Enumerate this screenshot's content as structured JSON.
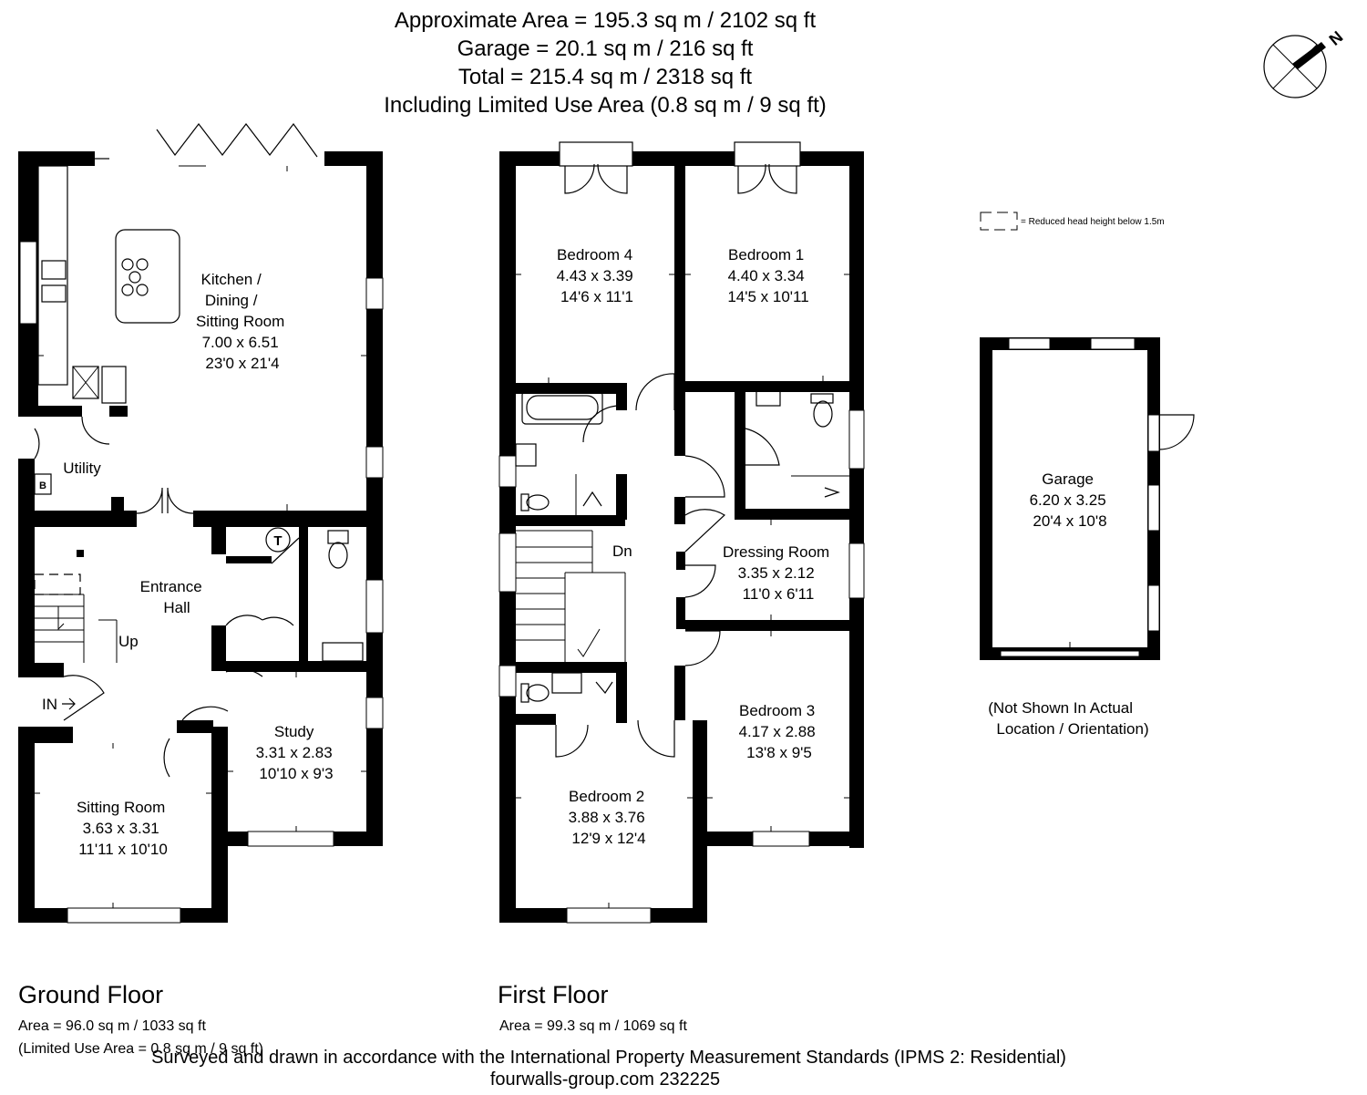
{
  "header": {
    "lines": [
      "Approximate  Area = 195.3 sq m / 2102 sq ft",
      "Garage = 20.1 sq m / 216 sq ft",
      "Total = 215.4 sq m / 2318 sq ft",
      "Including Limited Use Area (0.8 sq m / 9 sq ft)"
    ]
  },
  "compass": {
    "label": "N"
  },
  "legend": {
    "text": "= Reduced head height below 1.5m"
  },
  "ground_floor": {
    "title": "Ground Floor",
    "area": "Area = 96.0 sq m / 1033 sq ft",
    "limited": "(Limited Use Area = 0.8 sq m / 9 sq ft)",
    "rooms": {
      "kitchen": [
        "Kitchen /",
        "Dining /",
        "Sitting Room",
        "7.00 x 6.51",
        "23'0 x 21'4"
      ],
      "utility": [
        "Utility"
      ],
      "boiler": "B",
      "hall": [
        "Entrance",
        "Hall"
      ],
      "tank": "T",
      "up": "Up",
      "in": "IN",
      "study": [
        "Study",
        "3.31 x 2.83",
        "10'10 x 9'3"
      ],
      "sitting": [
        "Sitting Room",
        "3.63 x 3.31",
        "11'11 x 10'10"
      ]
    }
  },
  "first_floor": {
    "title": "First Floor",
    "area": "Area = 99.3 sq m / 1069 sq ft",
    "rooms": {
      "bed4": [
        "Bedroom 4",
        "4.43 x 3.39",
        "14'6 x 11'1"
      ],
      "bed1": [
        "Bedroom 1",
        "4.40 x 3.34",
        "14'5 x 10'11"
      ],
      "dn": "Dn",
      "dressing": [
        "Dressing Room",
        "3.35 x 2.12",
        "11'0 x 6'11"
      ],
      "bed3": [
        "Bedroom 3",
        "4.17 x 2.88",
        "13'8 x 9'5"
      ],
      "bed2": [
        "Bedroom 2",
        "3.88 x 3.76",
        "12'9 x 12'4"
      ]
    }
  },
  "garage": {
    "label": [
      "Garage",
      "6.20 x 3.25",
      "20'4 x 10'8"
    ],
    "note": [
      "(Not Shown In Actual",
      "Location / Orientation)"
    ]
  },
  "footer": {
    "line1": "Surveyed and drawn in accordance with the International Property Measurement Standards (IPMS 2: Residential)",
    "line2": "fourwalls-group.com 232225"
  }
}
